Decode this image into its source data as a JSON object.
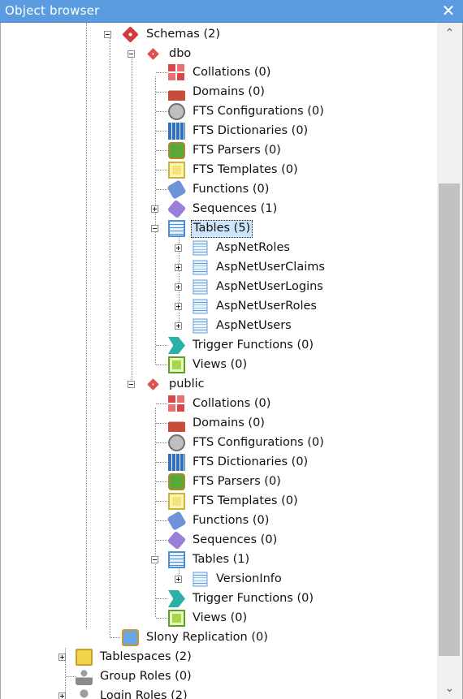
{
  "window": {
    "title": "Object browser",
    "close_glyph": "✕"
  },
  "scrollbar": {
    "up_glyph": "⌃",
    "down_glyph": "⌄"
  },
  "tree": {
    "schemas": "Schemas (2)",
    "dbo": {
      "name": "dbo",
      "collations": "Collations (0)",
      "domains": "Domains (0)",
      "fts_configurations": "FTS Configurations (0)",
      "fts_dictionaries": "FTS Dictionaries (0)",
      "fts_parsers": "FTS Parsers (0)",
      "fts_templates": "FTS Templates (0)",
      "functions": "Functions (0)",
      "sequences": "Sequences (1)",
      "tables": "Tables (5)",
      "table_items": [
        "AspNetRoles",
        "AspNetUserClaims",
        "AspNetUserLogins",
        "AspNetUserRoles",
        "AspNetUsers"
      ],
      "trigger_functions": "Trigger Functions (0)",
      "views": "Views (0)"
    },
    "public": {
      "name": "public",
      "collations": "Collations (0)",
      "domains": "Domains (0)",
      "fts_configurations": "FTS Configurations (0)",
      "fts_dictionaries": "FTS Dictionaries (0)",
      "fts_parsers": "FTS Parsers (0)",
      "fts_templates": "FTS Templates (0)",
      "functions": "Functions (0)",
      "sequences": "Sequences (0)",
      "tables": "Tables (1)",
      "table_items": [
        "VersionInfo"
      ],
      "trigger_functions": "Trigger Functions (0)",
      "views": "Views (0)"
    },
    "slony_replication": "Slony Replication (0)",
    "tablespaces": "Tablespaces (2)",
    "group_roles": "Group Roles (0)",
    "login_roles": "Login Roles (2)"
  }
}
